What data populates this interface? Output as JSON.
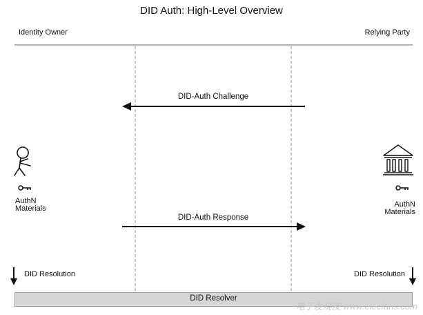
{
  "title": "DID Auth: High-Level Overview",
  "actors": {
    "left": "Identity Owner",
    "right": "Relying Party"
  },
  "messages": {
    "challenge": "DID-Auth Challenge",
    "response": "DID-Auth Response"
  },
  "materials": {
    "left_line1": "AuthN",
    "left_line2": "Materials",
    "right_line1": "AuthN",
    "right_line2": "Materials"
  },
  "resolution": {
    "left": "DID Resolution",
    "right": "DID Resolution"
  },
  "resolver": "DID Resolver",
  "icons": {
    "identity_owner": "stick-figure-icon",
    "relying_party": "institution-building-icon",
    "key": "key-icon",
    "arrow": "arrow-down-icon"
  },
  "watermark": "电子发烧友 www.elecfans.com"
}
